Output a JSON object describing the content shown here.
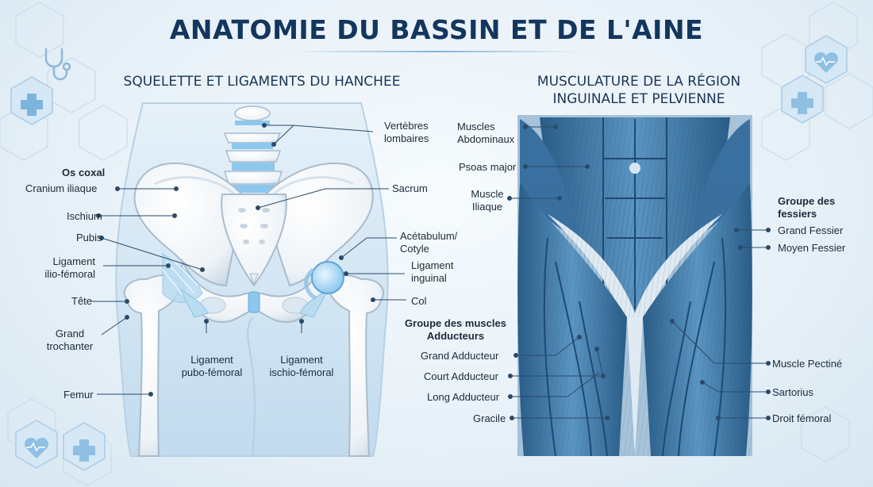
{
  "title": "ANATOMIE DU BASSIN ET DE L'AINE",
  "left_panel": {
    "heading": "SQUELETTE ET LIGAMENTS DU HANCHEE",
    "labels": {
      "vertebres": "Vertèbres\nlombaires",
      "os_coxal": "Os coxal",
      "cranium": "Cranium iliaque",
      "sacrum": "Sacrum",
      "ischium": "Ischium",
      "pubis": "Pubis",
      "acetabulum": "Acétabulum/\nCotyle",
      "lig_ilio": "Ligament\nilio-fémoral",
      "lig_inguinal": "Ligament\ninguinal",
      "tete": "Tête",
      "col": "Col",
      "grand_trochanter": "Grand\ntrochanter",
      "lig_pubo": "Ligament\npubo-fémoral",
      "lig_ischio": "Ligament\nischio-fémoral",
      "femur": "Femur"
    }
  },
  "right_panel": {
    "heading": "MUSCULATURE DE LA RÉGION\nINGUINALE ET PELVIENNE",
    "labels": {
      "abdominaux": "Muscles\nAbdominaux",
      "psoas": "Psoas major",
      "iliaque": "Muscle\nIliaque",
      "groupe_fessiers": "Groupe des\nfessiers",
      "grand_fessier": "Grand Fessier",
      "moyen_fessier": "Moyen Fessier",
      "groupe_adducteurs": "Groupe des muscles\nAdducteurs",
      "grand_adducteur": "Grand Adducteur",
      "court_adducteur": "Court Adducteur",
      "long_adducteur": "Long Adducteur",
      "gracile": "Gracile",
      "pectine": "Muscle Pectiné",
      "sartorius": "Sartorius",
      "droit_femoral": "Droit fémoral"
    }
  },
  "colors": {
    "title": "#13365e",
    "bone": "#f4f7fa",
    "bone_shade": "#c9d7e3",
    "skin": "#cfe3f2",
    "muscle": "#3f78a8",
    "muscle_dark": "#24557f",
    "ligament": "#a8cfe8",
    "line": "#2b4a6a"
  },
  "icons": [
    "stethoscope-icon",
    "plus-cross-icon",
    "heart-pulse-icon",
    "hexagon-pattern"
  ]
}
